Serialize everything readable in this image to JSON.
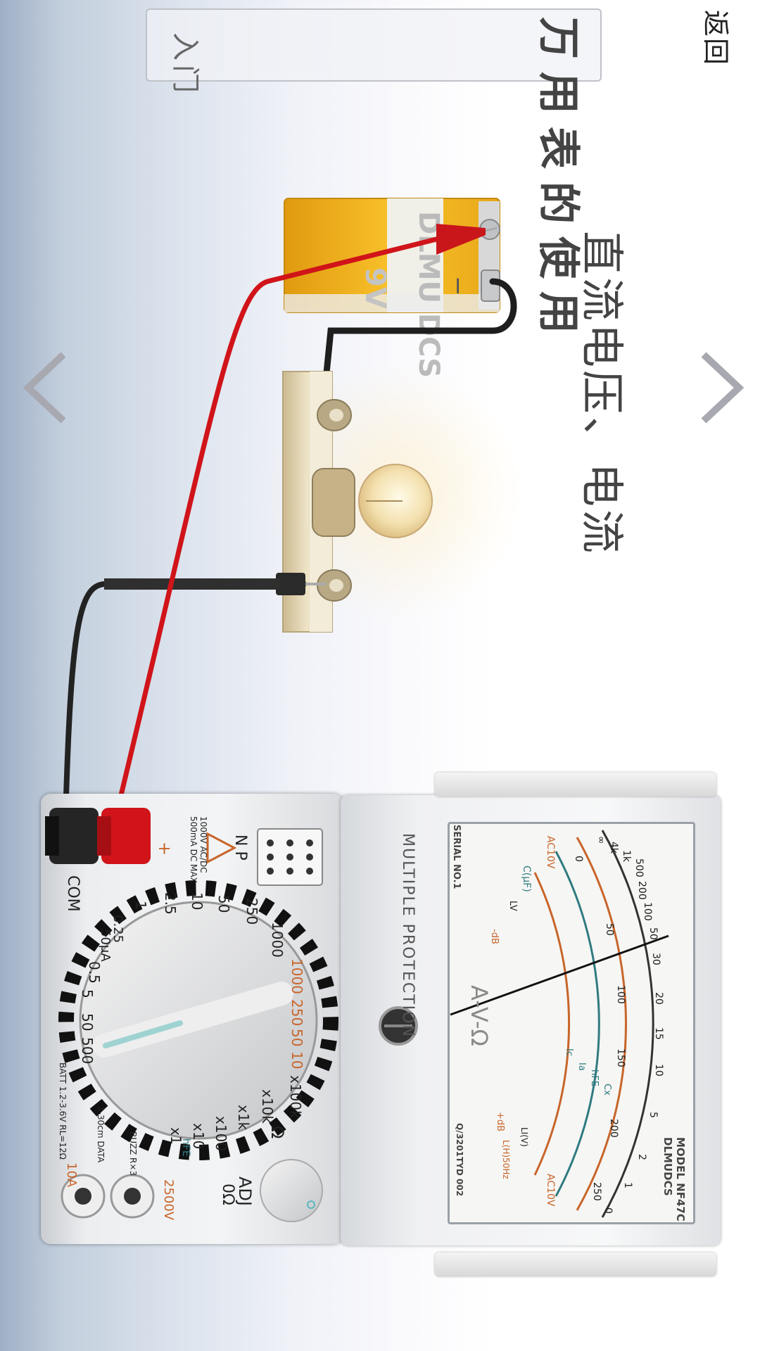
{
  "nav": {
    "back_label": "返回",
    "prev_icon": "chevron-left-icon",
    "next_icon": "chevron-right-icon"
  },
  "header": {
    "title": "万用表的使用",
    "subtitle": "入门"
  },
  "lesson": {
    "heading": "直流电压、电流"
  },
  "battery": {
    "brand": "DLMU DCS",
    "voltage": "9V",
    "minus": "−"
  },
  "meter": {
    "protection_label": "MULTIPLE PROTECTION",
    "model": "MODEL NF47C",
    "maker": "DLMUDCS",
    "serial": "SERIAL NO.1",
    "standard": "Q/3201TYD 002",
    "avo": "A-V-Ω",
    "adj_label": "ADJ",
    "adj_unit": "0Ω",
    "com_label": "COM",
    "plus_label": "+",
    "np_label": "N P",
    "warning": "1000V AC/DC 500mA DC MAX",
    "ten_amp": "10A",
    "v2500": "2500V",
    "buzz": "BUZZ R×3",
    "batt": "BATT 1.2-3.6V RL=12Ω",
    "data": "1-30cm DATA",
    "hfe": "hFE",
    "ohm_symbol": "Ω",
    "knob_ranges": [
      "1000",
      "250",
      "50",
      "10",
      "2.5",
      "1",
      "0.25",
      "50μA",
      "0.5",
      "5",
      "50",
      "500",
      "x100k",
      "x10k",
      "x1k",
      "x100",
      "x10",
      "x1"
    ],
    "acv_ranges": [
      "1000",
      "250",
      "50",
      "10"
    ],
    "scale_labels": [
      "AC10V",
      "C(μF)",
      "LV",
      "-dB",
      "+dB",
      "L(H)50Hz",
      "LI(V)",
      "AC10V",
      "Ic",
      "Ia",
      "hFE",
      "Cx"
    ],
    "ohm_scale": [
      "∞",
      "4k",
      "1k",
      "500",
      "200",
      "100",
      "50",
      "30",
      "20",
      "15",
      "10",
      "5",
      "2",
      "1",
      "0"
    ],
    "dc_scale": [
      "0",
      "50",
      "100",
      "150",
      "200",
      "250"
    ],
    "needle_value": "≈ 0.36 of full scale"
  },
  "colors": {
    "probe_red": "#d01419",
    "probe_black": "#222222",
    "battery_yellow": "#f5b41a",
    "scale_orange": "#c8652a",
    "scale_teal": "#2f7b80"
  }
}
